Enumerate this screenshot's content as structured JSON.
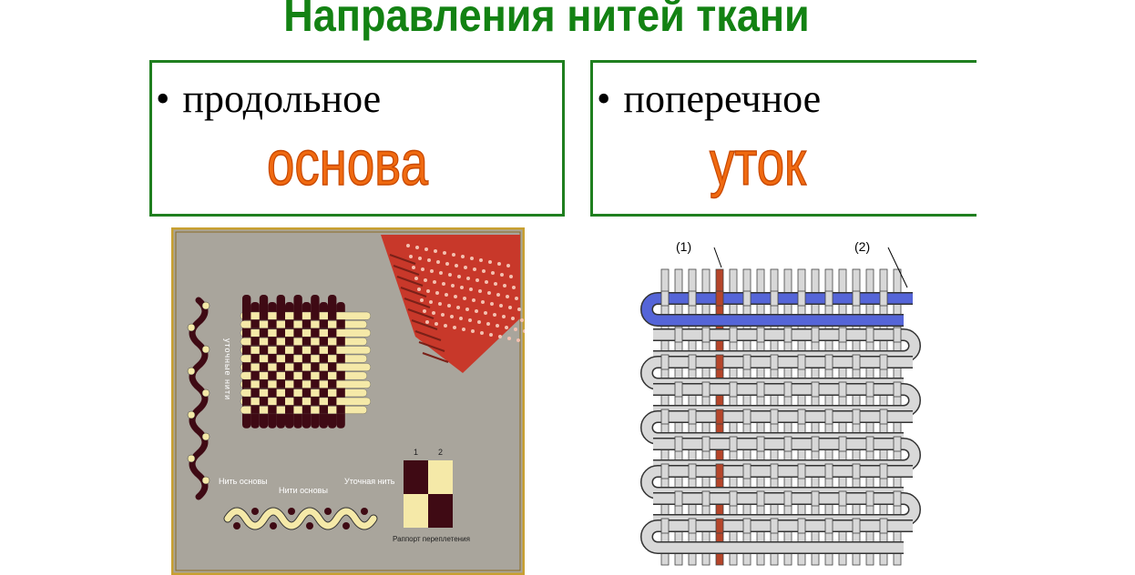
{
  "title": "Направления нитей ткани",
  "left_box": {
    "bullet": "•",
    "text": "продольное",
    "term": "основа"
  },
  "right_box": {
    "bullet": "•",
    "text": "поперечное",
    "term": "уток"
  },
  "figure_left": {
    "weft_label": "уточные нити",
    "warp_thread_label": "Нить основы",
    "warp_threads_label": "Нити основы",
    "weft_thread_label": "Уточная нить",
    "repeat_cols": [
      "1",
      "2"
    ],
    "repeat_label": "Раппорт переплетения",
    "colors": {
      "background": "#a9a59c",
      "dark": "#3f0a14",
      "light": "#f5e9a8",
      "frame": "#c8a030"
    }
  },
  "figure_right": {
    "label_1": "(1)",
    "label_2": "(2)",
    "colors": {
      "warp_highlight": "#b5452a",
      "weft_highlight": "#5565d8",
      "thread": "#d8d8d8"
    }
  },
  "colors": {
    "title": "#138213",
    "border": "#1f7f1f",
    "term": "#f06a10"
  }
}
